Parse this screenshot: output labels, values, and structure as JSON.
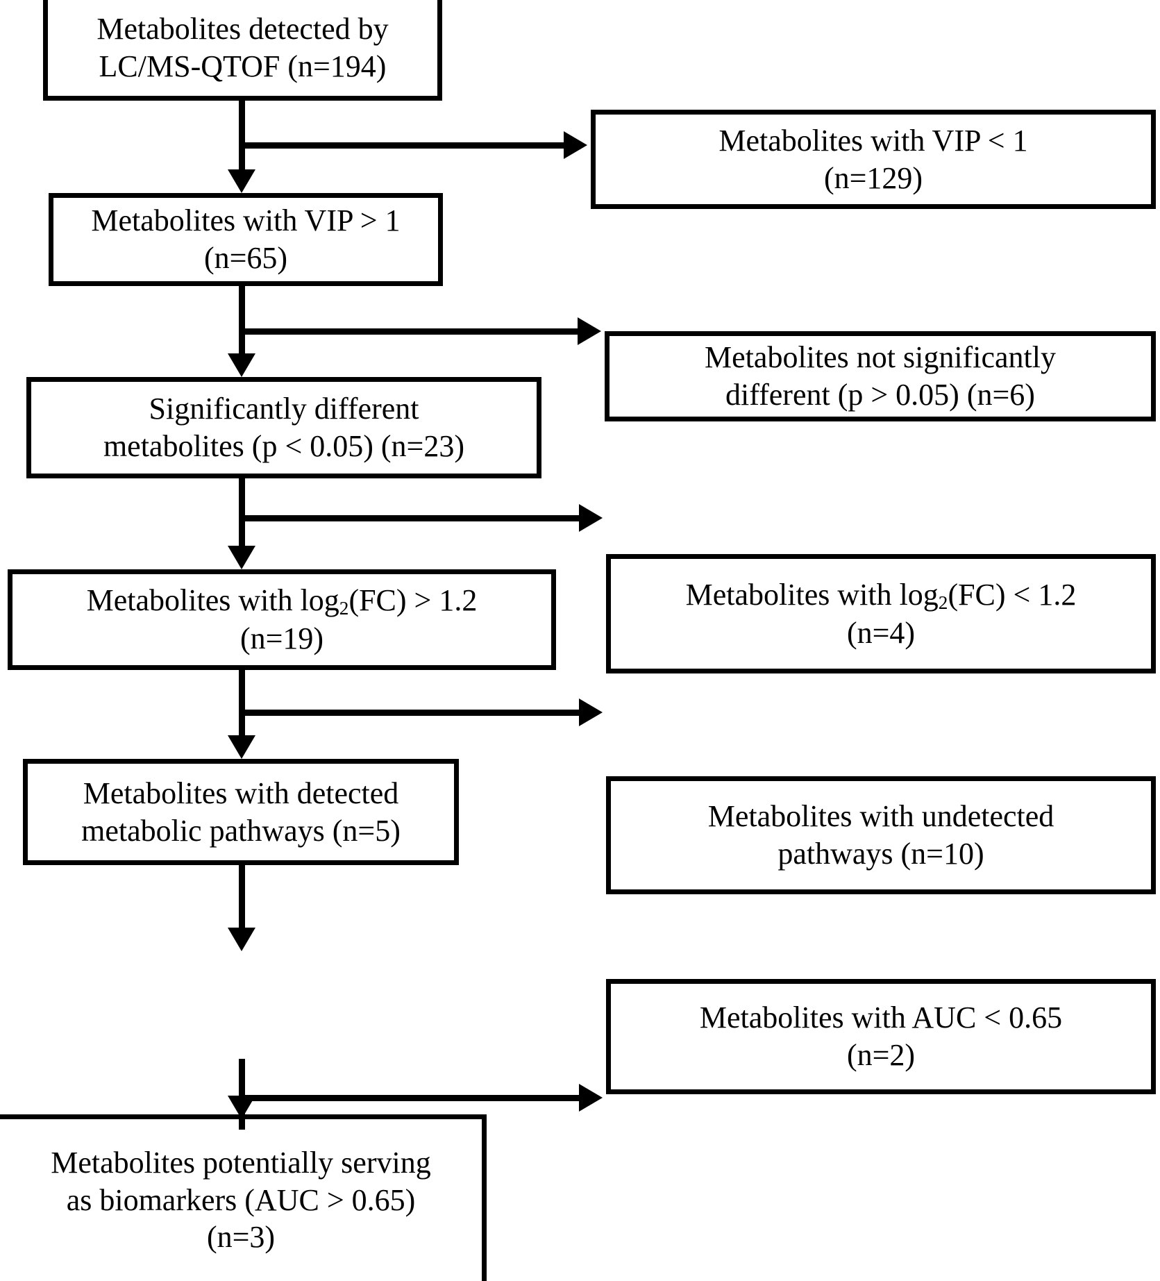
{
  "diagram": {
    "title": "Metabolite biomarker screening flowchart",
    "type": "flowchart",
    "orientation": "top-to-bottom with right-side exclusion branches",
    "stroke_color": "#000000",
    "fill_color": "#ffffff"
  },
  "main_nodes": [
    {
      "id": "n1",
      "line1": "Metabolites detected by",
      "line2": "LC/MS-QTOF (n=194)",
      "count": 194
    },
    {
      "id": "n2",
      "line1": "Metabolites with VIP > 1",
      "line2": "(n=65)",
      "count": 65
    },
    {
      "id": "n3",
      "line1": "Significantly different",
      "line2": "metabolites (p < 0.05) (n=23)",
      "count": 23
    },
    {
      "id": "n4",
      "line1": "Metabolites with log",
      "sub": "2",
      "line1b": "(FC) > 1.2",
      "line2": "(n=19)",
      "count": 19
    },
    {
      "id": "n5",
      "line1": "Metabolites with detected",
      "line2": "metabolic pathways (n=5)",
      "count": 5
    },
    {
      "id": "n6",
      "line1": "Metabolites potentially serving",
      "line2": "as biomarkers (AUC > 0.65)",
      "line3": "(n=3)",
      "count": 3
    }
  ],
  "excluded_nodes": [
    {
      "id": "r1",
      "line1": "Metabolites with VIP < 1",
      "line2": "(n=129)",
      "count": 129
    },
    {
      "id": "r2",
      "line1": "Metabolites not significantly",
      "line2": "different (p > 0.05) (n=6)",
      "count": 6
    },
    {
      "id": "r3",
      "line1": "Metabolites with log",
      "sub": "2",
      "line1b": "(FC) < 1.2",
      "line2": "(n=4)",
      "count": 4
    },
    {
      "id": "r4",
      "line1": "Metabolites with undetected",
      "line2": "pathways (n=10)",
      "count": 10
    },
    {
      "id": "r5",
      "line1": "Metabolites with AUC < 0.65",
      "line2": "(n=2)",
      "count": 2
    }
  ]
}
